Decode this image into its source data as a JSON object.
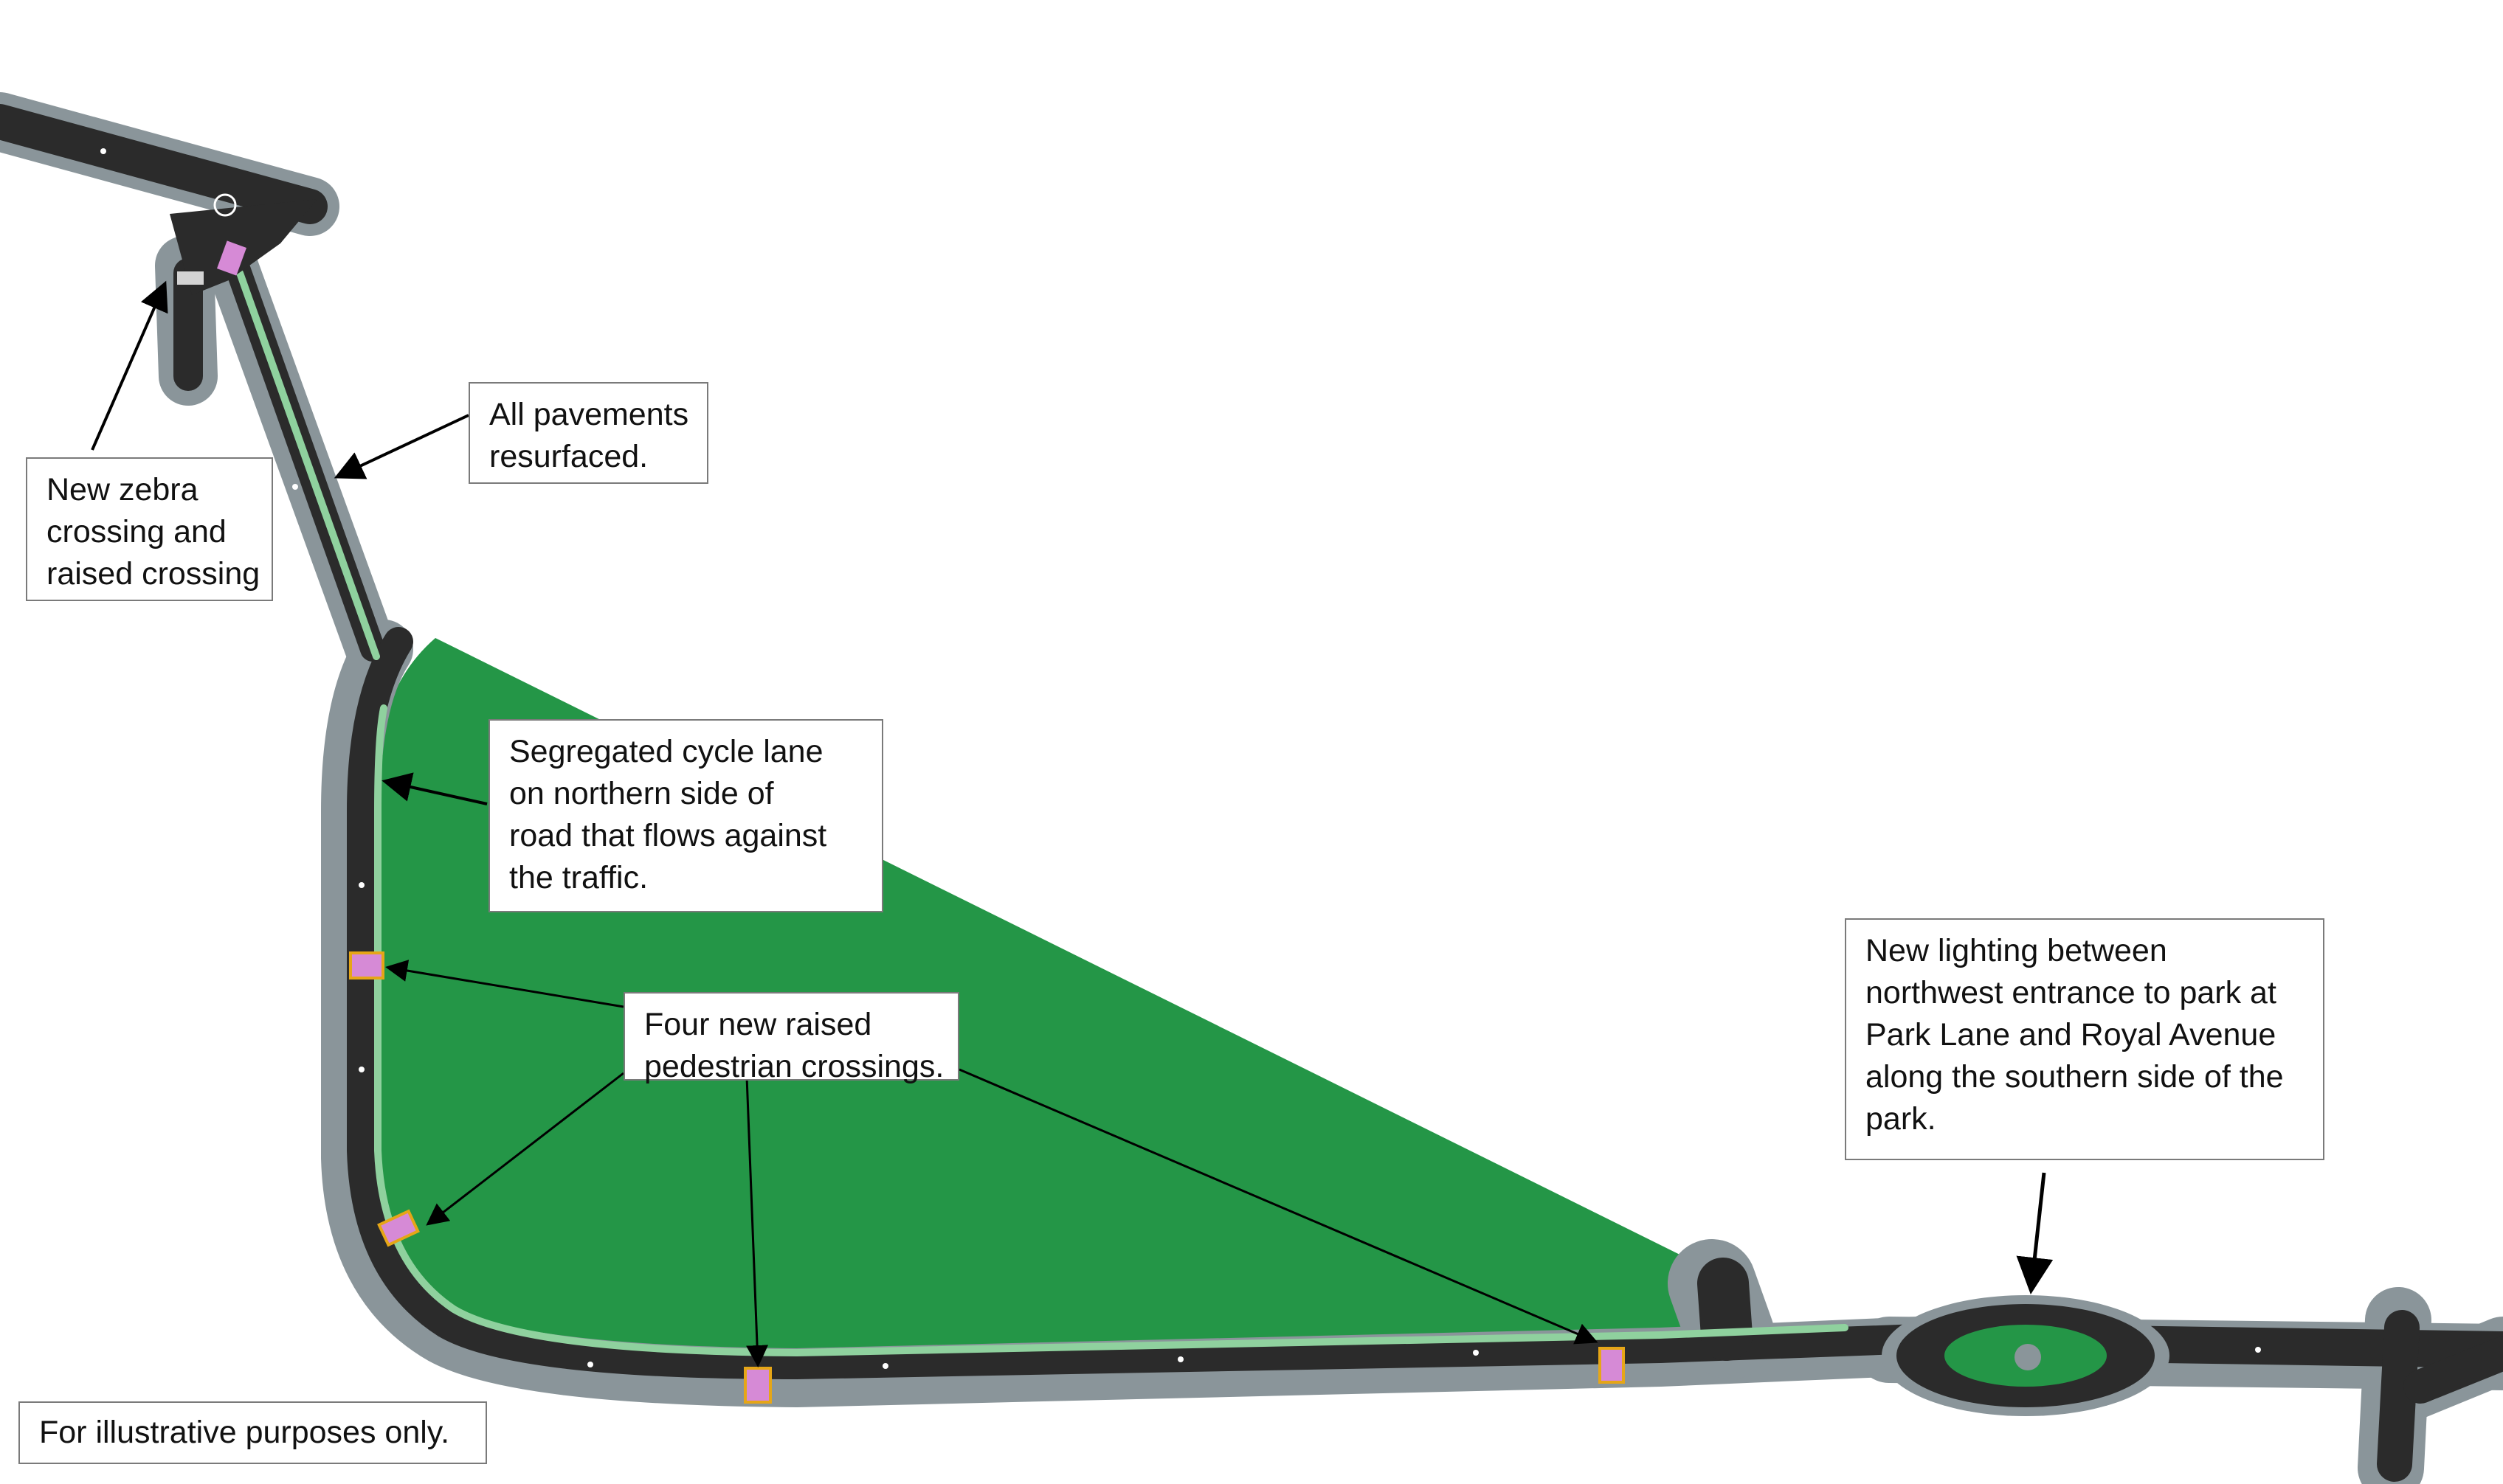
{
  "colors": {
    "park": "#249647",
    "road": "#2b2b2b",
    "pavement": "#8a959a",
    "cycle_lane": "#8fd19e",
    "raised_crossing": "#d68ad6",
    "crossing_edge": "#e6a617",
    "arrow": "#000000",
    "background": "#ffffff"
  },
  "annotations": {
    "zebra": [
      "New zebra",
      "crossing and",
      "raised crossing"
    ],
    "pavements": [
      "All pavements",
      "resurfaced."
    ],
    "cycle_lane": [
      "Segregated cycle lane",
      "on northern side of",
      "road that flows against",
      "the traffic."
    ],
    "raised_crossings": [
      "Four new raised",
      "pedestrian crossings."
    ],
    "lighting": [
      "New lighting between",
      "northwest entrance to park at",
      "Park Lane and Royal Avenue",
      "along the southern side of the",
      "park."
    ],
    "disclaimer": "For illustrative purposes only."
  }
}
